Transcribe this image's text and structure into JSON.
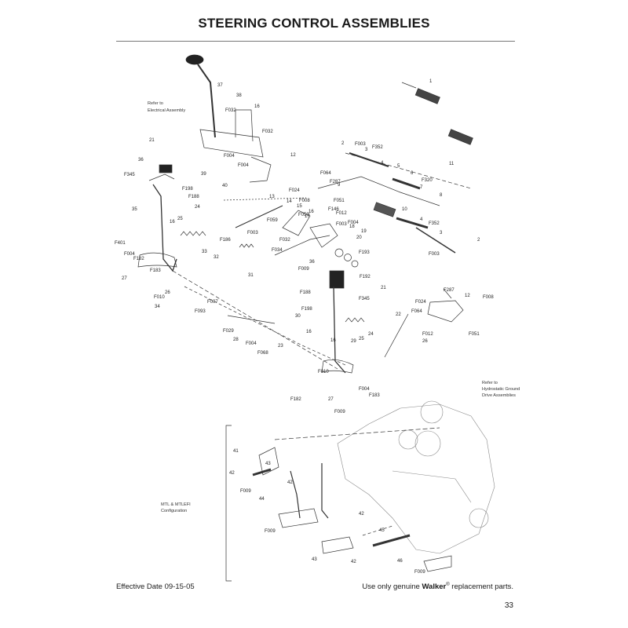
{
  "page": {
    "title": "STEERING CONTROL ASSEMBLIES",
    "effective_date": "Effective Date 09-15-05",
    "footer_prefix": "Use only genuine ",
    "footer_brand": "Walker",
    "footer_reg": "®",
    "footer_suffix": " replacement parts.",
    "page_number": "33"
  },
  "notes": {
    "electrical_1": "Refer to",
    "electrical_2": "Electrical Assembly",
    "hydro_1": "Refer to",
    "hydro_2": "Hydrostatic Ground",
    "hydro_3": "Drive Assemblies",
    "mtl_1": "MTL & MTLEFI",
    "mtl_2": "Configuration"
  },
  "callouts": [
    "37",
    "38",
    "16",
    "F032",
    "F032",
    "F004",
    "F004",
    "39",
    "21",
    "36",
    "F345",
    "F198",
    "F188",
    "40",
    "24",
    "35",
    "25",
    "16",
    "F401",
    "F004",
    "F182",
    "27",
    "F183",
    "26",
    "F010",
    "34",
    "F007",
    "F093",
    "32",
    "33",
    "31",
    "F186",
    "F003",
    "13",
    "14",
    "15",
    "F059",
    "F050",
    "16",
    "F008",
    "F024",
    "12",
    "F064",
    "F287",
    "F051",
    "F012",
    "F146",
    "17",
    "F003",
    "F032",
    "F034",
    "F009",
    "36",
    "F193",
    "F192",
    "20",
    "19",
    "18",
    "F004",
    "1",
    "11",
    "2",
    "F003",
    "3",
    "F352",
    "4",
    "5",
    "6",
    "F320",
    "7",
    "8",
    "9",
    "10",
    "4",
    "F352",
    "3",
    "F003",
    "2",
    "21",
    "F188",
    "F345",
    "F198",
    "30",
    "24",
    "16",
    "25",
    "16",
    "29",
    "F029",
    "28",
    "F004",
    "F068",
    "23",
    "22",
    "F024",
    "F064",
    "F287",
    "12",
    "F008",
    "F051",
    "F012",
    "26",
    "F010",
    "F182",
    "F004",
    "F183",
    "27",
    "F009",
    "41",
    "42",
    "43",
    "F009",
    "42",
    "44",
    "F009",
    "42",
    "45",
    "43",
    "42",
    "46",
    "F009"
  ]
}
